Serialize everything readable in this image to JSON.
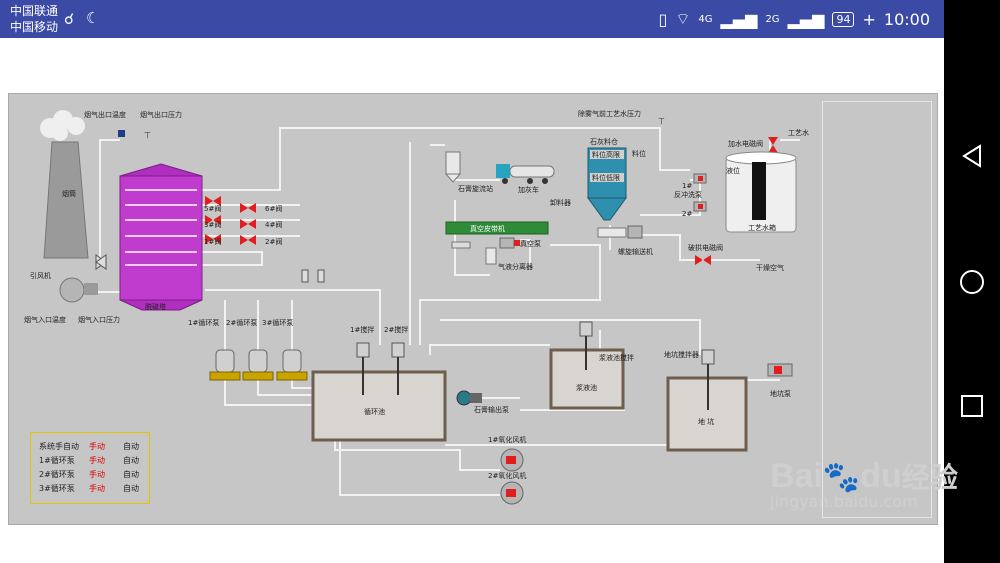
{
  "status_bar": {
    "carrier_1": "中国联通",
    "carrier_2": "中国移动",
    "signal_1": "4G",
    "signal_2": "2G",
    "battery": "94",
    "time": "10:00",
    "background_color": "#3b4aa5"
  },
  "diagram": {
    "labels": {
      "flue_outlet_temp": "烟气出口温度",
      "flue_outlet_pressure": "烟气出口压力",
      "chimney": "烟筒",
      "induced_fan": "引风机",
      "flue_inlet_temp": "烟气入口温度",
      "flue_inlet_pressure": "烟气入口压力",
      "valve_5": "5#阀",
      "valve_6": "6#阀",
      "valve_3": "3#阀",
      "valve_4": "4#阀",
      "valve_1": "1#阀",
      "valve_2": "2#阀",
      "desulfurization_tower": "脱硫塔",
      "circ_pump_1": "1#循环泵",
      "circ_pump_2": "2#循环泵",
      "circ_pump_3": "3#循环泵",
      "circulation_tank": "循环池",
      "agitator_1": "1#搅拌",
      "agitator_2": "2#搅拌",
      "gypsum_cyclone": "石膏旋流站",
      "lime_truck": "加灰车",
      "unloader": "卸料器",
      "vacuum_belt": "真空皮带机",
      "vacuum_pump": "真空泵",
      "gas_liquid_separator": "气液分离器",
      "gypsum_pump": "石膏输出泵",
      "oxidation_fan_1": "1#氧化风机",
      "oxidation_fan_2": "2#氧化风机",
      "slurry_tank": "浆液池",
      "slurry_agitator": "浆液池搅拌",
      "demister_pressure": "除雾气前工艺水压力",
      "lime_silo": "石灰料仓",
      "level_high": "料位高限",
      "level_low": "料位低限",
      "level": "料位",
      "screw_conveyor": "螺旋输送机",
      "flush_pump": "反冲洗泵",
      "flush_pump_1": "1#",
      "flush_pump_2": "2#",
      "water_valve": "加水电磁阀",
      "process_water": "工艺水",
      "liquid_level": "液位",
      "process_water_tank": "工艺水箱",
      "arch_valve": "破拱电磁阀",
      "dry_air": "干燥空气",
      "pit_agitator": "地坑搅拌器",
      "pit_pump": "地坑泵",
      "pit": "地 坑"
    },
    "colors": {
      "tower": "#c03ccf",
      "valve": "#e11d1d",
      "belt": "#2e8b37",
      "pump_body": "#c9a400",
      "silo": "#2e8fae",
      "pipe": "#f2f2f2",
      "tank": "#6e5e4e"
    }
  },
  "legend": {
    "rows": [
      {
        "name": "系统手自动",
        "manual": "手动",
        "auto": "自动"
      },
      {
        "name": "1#循环泵",
        "manual": "手动",
        "auto": "自动"
      },
      {
        "name": "2#循环泵",
        "manual": "手动",
        "auto": "自动"
      },
      {
        "name": "3#循环泵",
        "manual": "手动",
        "auto": "自动"
      }
    ]
  },
  "watermark": {
    "brand": "Bai",
    "brand_tail": "du",
    "cn": "经验",
    "url": "jingyan.baidu.com"
  }
}
